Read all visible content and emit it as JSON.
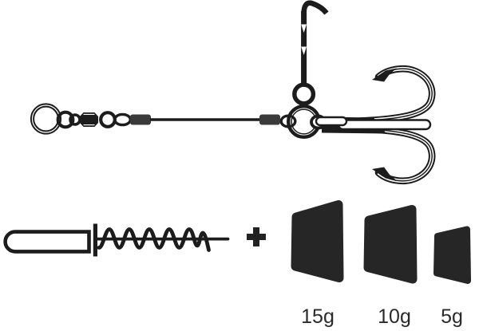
{
  "background_color": "#ffffff",
  "illustration": {
    "ink_color": "#1c1c1c",
    "crimp_color": "#3a3a3a",
    "parts": [
      {
        "name": "snap-ring"
      },
      {
        "name": "split-ring-small"
      },
      {
        "name": "barrel-swivel"
      },
      {
        "name": "crimp-sleeve-left"
      },
      {
        "name": "wire-leader"
      },
      {
        "name": "crimp-sleeve-right"
      },
      {
        "name": "split-ring-large"
      },
      {
        "name": "bait-spike"
      },
      {
        "name": "treble-hook"
      },
      {
        "name": "pigtail-screw"
      }
    ]
  },
  "weights": {
    "plus_symbol": "+",
    "fill_color": "#262626",
    "label_color": "#2a2a2a",
    "items": [
      {
        "label": "15g"
      },
      {
        "label": "10g"
      },
      {
        "label": "5g"
      }
    ]
  }
}
